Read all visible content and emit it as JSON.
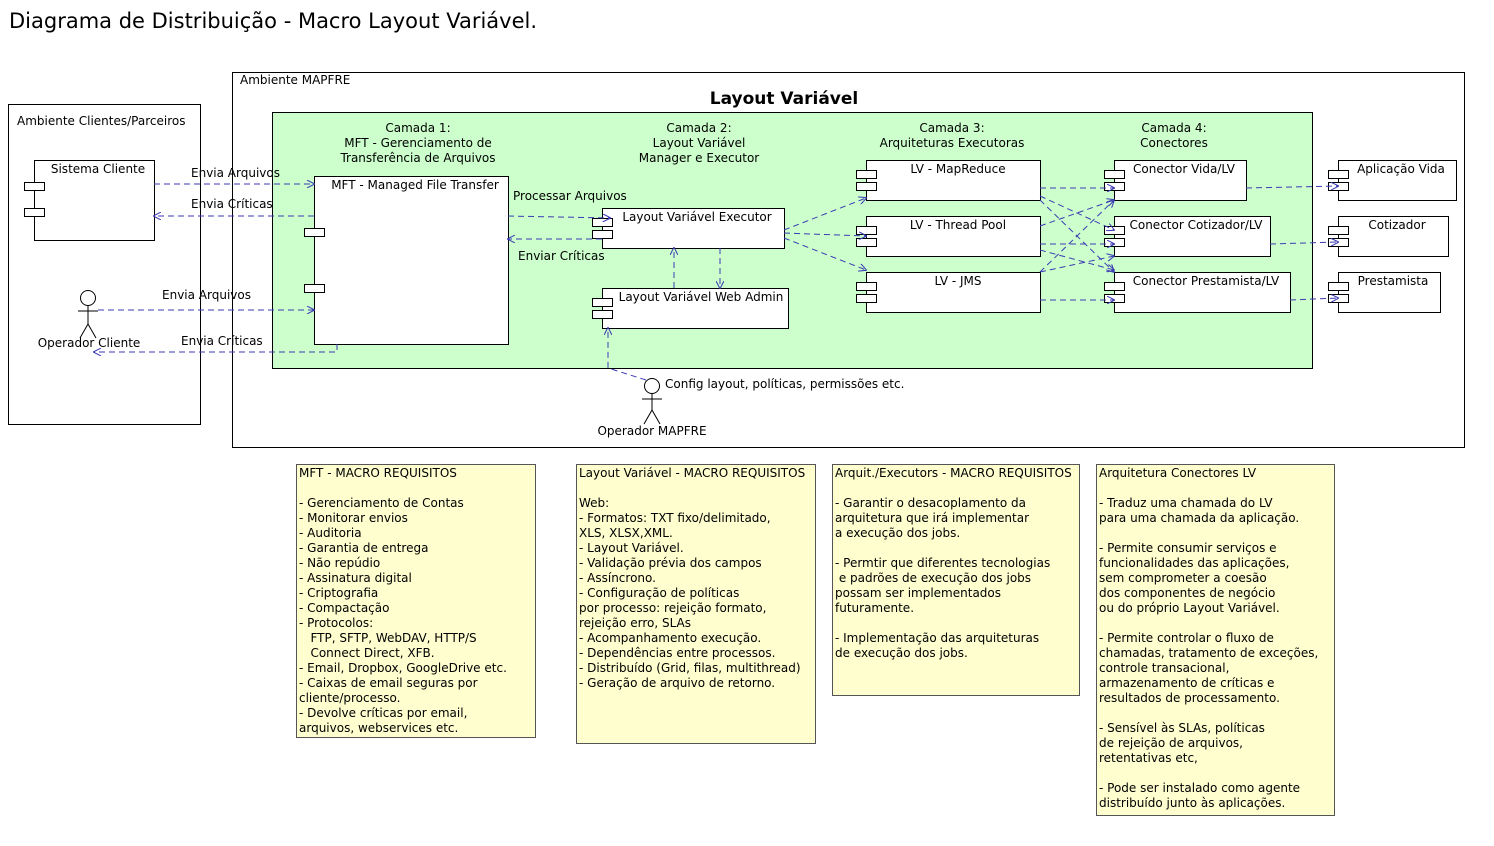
{
  "page_title": "Diagrama de Distribuição - Macro Layout Variável.",
  "envs": {
    "clientes": "Ambiente Clientes/Parceiros",
    "mapfre": "Ambiente MAPFRE",
    "layout_title": "Layout Variável"
  },
  "layers": {
    "camada1": [
      "Camada 1:",
      "MFT - Gerenciamento de",
      "Transferência de Arquivos"
    ],
    "camada2": [
      "Camada 2:",
      "Layout Variável",
      "Manager e Executor"
    ],
    "camada3": [
      "Camada 3:",
      "Arquiteturas Executoras"
    ],
    "camada4": [
      "Camada 4:",
      "Conectores"
    ]
  },
  "components": {
    "sistema_cliente": "Sistema Cliente",
    "mft": "MFT - Managed File Transfer",
    "lv_executor": "Layout Variável Executor",
    "lv_web_admin": "Layout Variável Web Admin",
    "lv_mapreduce": "LV - MapReduce",
    "lv_threadpool": "LV - Thread Pool",
    "lv_jms": "LV - JMS",
    "conector_vida": "Conector Vida/LV",
    "conector_cotizador": "Conector Cotizador/LV",
    "conector_prestamista": "Conector Prestamista/LV",
    "aplicacao_vida": "Aplicação Vida",
    "cotizador": "Cotizador",
    "prestamista": "Prestamista"
  },
  "actors": {
    "operador_cliente": "Operador Cliente",
    "operador_mapfre": "Operador MAPFRE"
  },
  "edge_labels": {
    "envia_arquivos_1": "Envia Arquivos",
    "envia_criticas_1": "Envia Críticas",
    "envia_arquivos_2": "Envia Arquivos",
    "envia_criticas_2": "Envia Críticas",
    "processar_arquivos": "Processar Arquivos",
    "enviar_criticas": "Enviar Críticas",
    "config": "Config layout, políticas, permissões etc."
  },
  "notes": {
    "mft": [
      "MFT - MACRO REQUISITOS",
      "",
      "- Gerenciamento de Contas",
      "- Monitorar envios",
      "- Auditoria",
      "- Garantia de entrega",
      "- Não repúdio",
      "- Assinatura digital",
      "- Criptografia",
      "- Compactação",
      "- Protocolos:",
      "   FTP, SFTP, WebDAV, HTTP/S",
      "   Connect Direct, XFB.",
      "- Email, Dropbox, GoogleDrive etc.",
      "- Caixas de email seguras por",
      "cliente/processo.",
      "- Devolve críticas por email,",
      "arquivos, webservices etc."
    ],
    "lv": [
      "Layout Variável - MACRO REQUISITOS",
      "",
      "Web:",
      "- Formatos: TXT fixo/delimitado,",
      "XLS, XLSX,XML.",
      "- Layout Variável.",
      "- Validação prévia dos campos",
      "- Assíncrono.",
      "- Configuração de políticas",
      "por processo: rejeição formato,",
      "rejeição erro, SLAs",
      "- Acompanhamento execução.",
      "- Dependências entre processos.",
      "- Distribuído (Grid, filas, multithread)",
      "- Geração de arquivo de retorno."
    ],
    "arq": [
      "Arquit./Executors - MACRO REQUISITOS",
      "",
      "- Garantir o desacoplamento da",
      "arquitetura que irá implementar",
      "a execução dos jobs.",
      "",
      "- Permtir que diferentes tecnologias",
      " e padrões de execução dos jobs",
      "possam ser implementados",
      "futuramente.",
      "",
      "- Implementação das arquiteturas",
      "de execução dos jobs."
    ],
    "con": [
      "Arquitetura Conectores LV",
      "",
      "- Traduz uma chamada do LV",
      "para uma chamada da aplicação.",
      "",
      "- Permite consumir serviços e",
      "funcionalidades das aplicações,",
      "sem comprometer a coesão",
      "dos componentes de negócio",
      "ou do próprio Layout Variável.",
      "",
      "- Permite controlar o fluxo de",
      "chamadas, tratamento de exceções,",
      "controle transacional,",
      "armazenamento de críticas e",
      "resultados de processamento.",
      "",
      "- Sensível às SLAs, políticas",
      "de rejeição de arquivos,",
      "retentativas etc,",
      "",
      "- Pode ser instalado como agente",
      "distribuído junto às aplicações."
    ]
  },
  "colors": {
    "layout_fill": "#ccffcc",
    "note_fill": "#fefecf",
    "arrow": "#3b3bb3"
  }
}
